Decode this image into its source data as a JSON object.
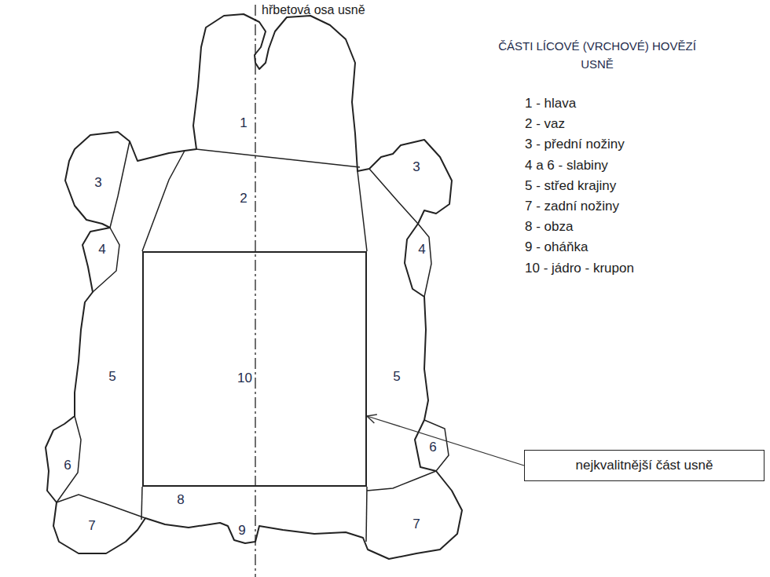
{
  "diagram": {
    "title": "ČÁSTI LÍCOVÉ (VRCHOVÉ) HOVĚZÍ USNĚ",
    "nodes": [
      {
        "text": [
          "10"
        ]
      },
      {
        "text": [
          "nejkvalitnější část usně"
        ]
      }
    ],
    "edges": [
      {
        "from": 1,
        "to": 0,
        "arrow": "to"
      }
    ],
    "labels": [
      "hřbetová osa usně",
      "1",
      "2",
      "3",
      "3",
      "4",
      "4",
      "5",
      "5",
      "6",
      "6",
      "7",
      "7",
      "8",
      "9",
      "1 - hlava",
      "2 - vaz",
      "3 - přední nožiny",
      "4 a 6 - slabiny",
      "5 - střed krajiny",
      "7 - zadní nožiny",
      "8 - obza",
      "9 - oháňka",
      "10 - jádro - krupon"
    ]
  }
}
